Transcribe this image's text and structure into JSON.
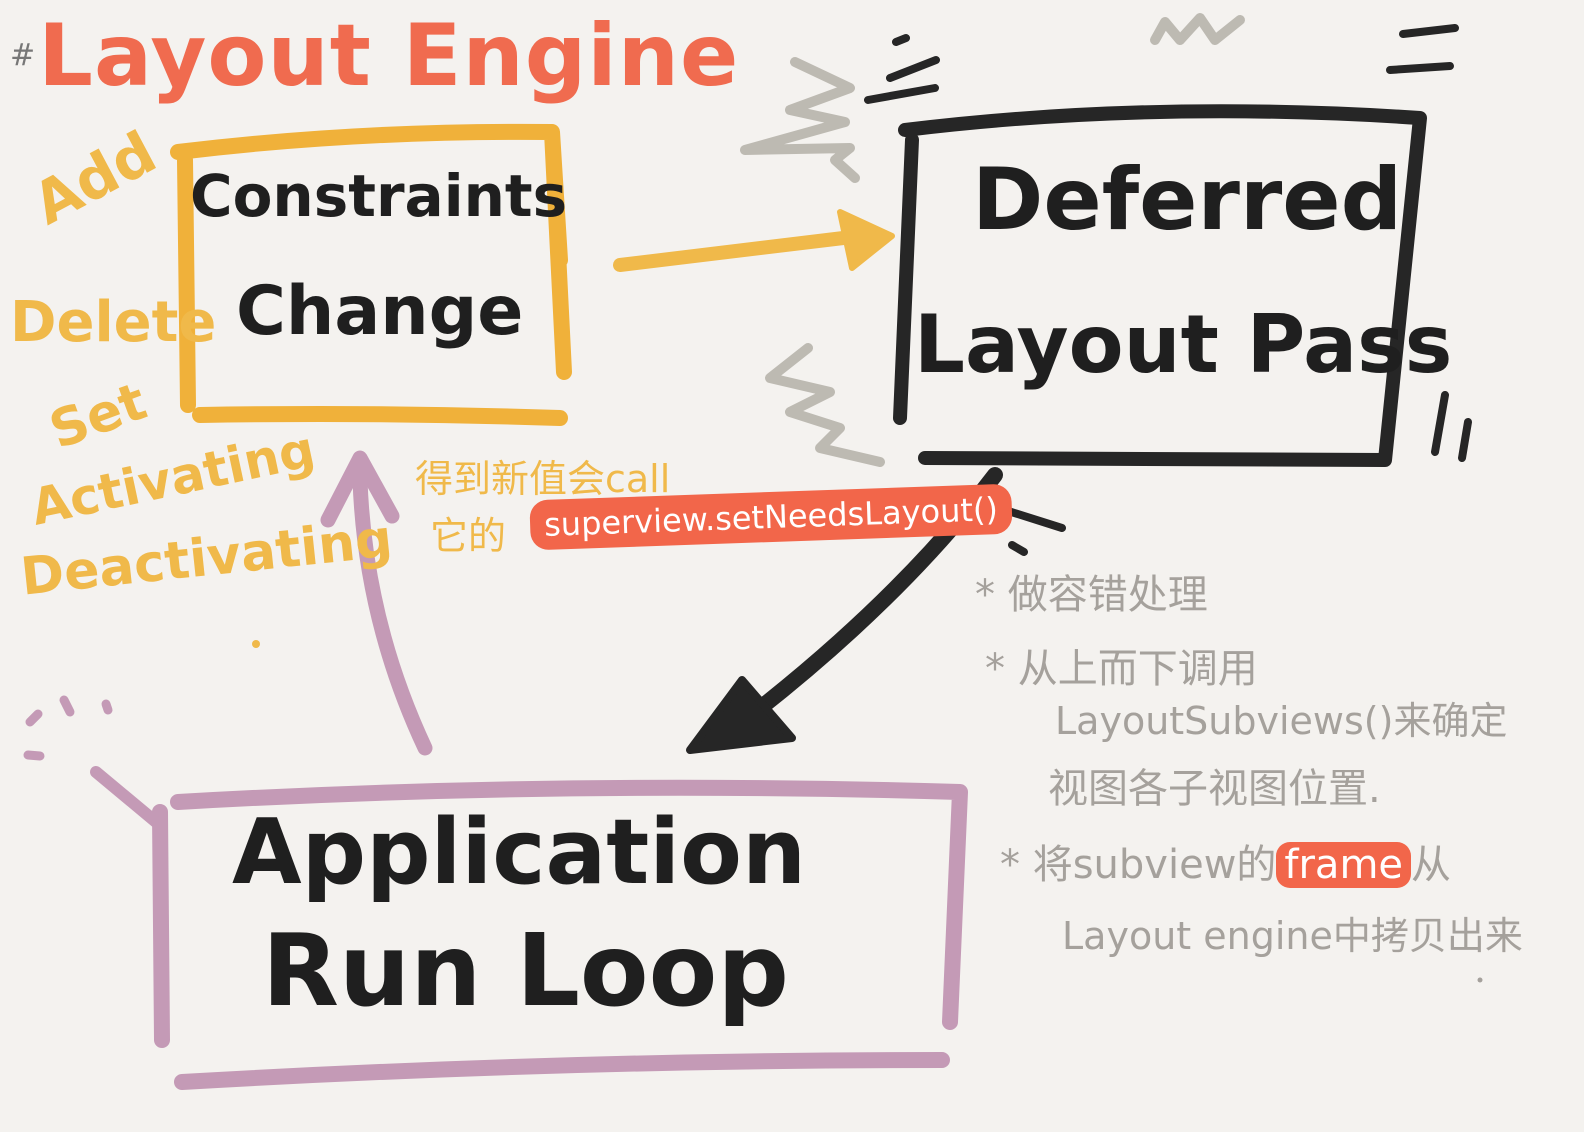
{
  "title": {
    "hash": "#",
    "text": "Layout Engine"
  },
  "verbs": [
    "Add",
    "Delete",
    "Set",
    "Activating",
    "Deactivating"
  ],
  "boxes": {
    "constraints": {
      "line1": "Constraints",
      "line2": "Change"
    },
    "deferred": {
      "line1": "Deferred",
      "line2": "Layout Pass"
    },
    "runloop": {
      "line1": "Application",
      "line2": "Run Loop"
    }
  },
  "note": {
    "line1": "得到新值会call",
    "line2_prefix": "它的",
    "pill": "superview.setNeedsLayout()"
  },
  "bullets": {
    "b1": "* 做容错处理",
    "b2_l1": "* 从上而下调用",
    "b2_l2": "LayoutSubviews()来确定",
    "b2_l3": "视图各子视图位置.",
    "b3_pre": "* 将subview的",
    "b3_frame": "frame",
    "b3_post": "从",
    "b3_l2": "Layout engine中拷贝出来"
  },
  "colors": {
    "title": "#f06b4f",
    "verbs": "#f0b94a",
    "constraints_box": "#f0b13a",
    "deferred_box": "#262626",
    "runloop_box": "#c49ab6",
    "pill": "#f2664a",
    "notes_gray": "#a5a19c",
    "scribble_gray": "#bdbab2"
  }
}
